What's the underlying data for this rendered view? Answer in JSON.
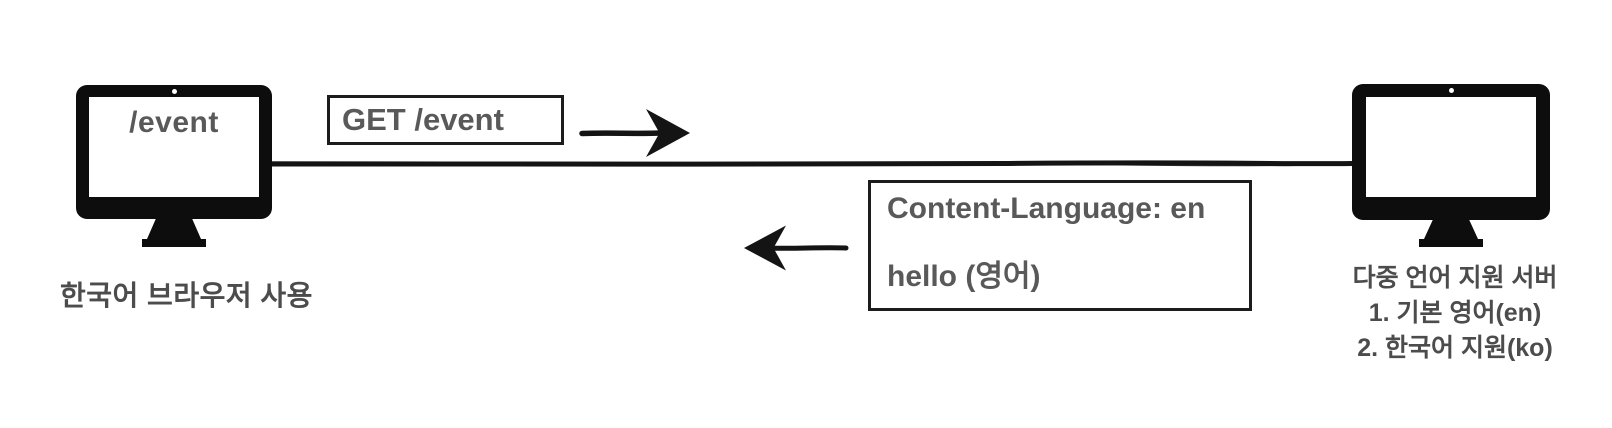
{
  "diagram": {
    "client": {
      "screen_label": "/event",
      "caption": "한국어 브라우저 사용"
    },
    "server": {
      "caption_lines": [
        "다중 언어 지원 서버",
        "1. 기본 영어(en)",
        "2. 한국어 지원(ko)"
      ]
    },
    "request": {
      "label": "GET /event",
      "direction": "client-to-server"
    },
    "response": {
      "lines": [
        "Content-Language: en",
        "hello (영어)"
      ],
      "direction": "server-to-client"
    },
    "colors": {
      "ink_black": "#141414",
      "monitor_black": "#0d0d0d",
      "text_gray": "#595959",
      "caption_gray": "#4c4c4c",
      "background": "#ffffff"
    },
    "icons": [
      "client-monitor-icon",
      "server-monitor-icon",
      "request-arrow-icon",
      "response-arrow-icon",
      "connection-line"
    ]
  }
}
